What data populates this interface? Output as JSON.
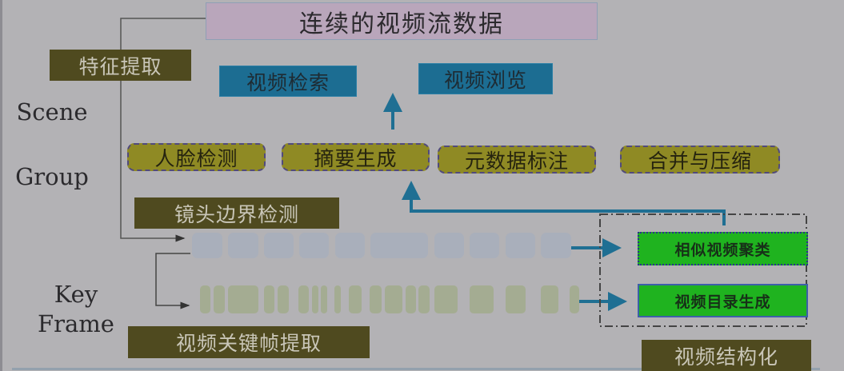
{
  "title": "连续的视频流数据",
  "stage_labels": {
    "feature_extraction": "特征提取",
    "shot_boundary_detection": "镜头边界检测",
    "keyframe_extraction": "视频关键帧提取",
    "video_structuring": "视频结构化"
  },
  "side_labels": {
    "scene": "Scene",
    "group": "Group",
    "key": "Key",
    "frame": "Frame"
  },
  "applications": [
    {
      "label": "视频检索"
    },
    {
      "label": "视频浏览"
    }
  ],
  "tasks": [
    {
      "label": "人脸检测"
    },
    {
      "label": "摘要生成"
    },
    {
      "label": "元数据标注"
    },
    {
      "label": "合并与压缩"
    }
  ],
  "structuring": {
    "clustering": "相似视频聚类",
    "catalog": "视频目录生成"
  },
  "colors": {
    "background": "#b3b2b5",
    "title_fill": "#b9a6bb",
    "dark_label": "#4f4a1f",
    "blue_box": "#1c6d92",
    "olive_box": "#8f8a24",
    "green_box": "#1fb31f",
    "arrow": "#1f6f93"
  }
}
